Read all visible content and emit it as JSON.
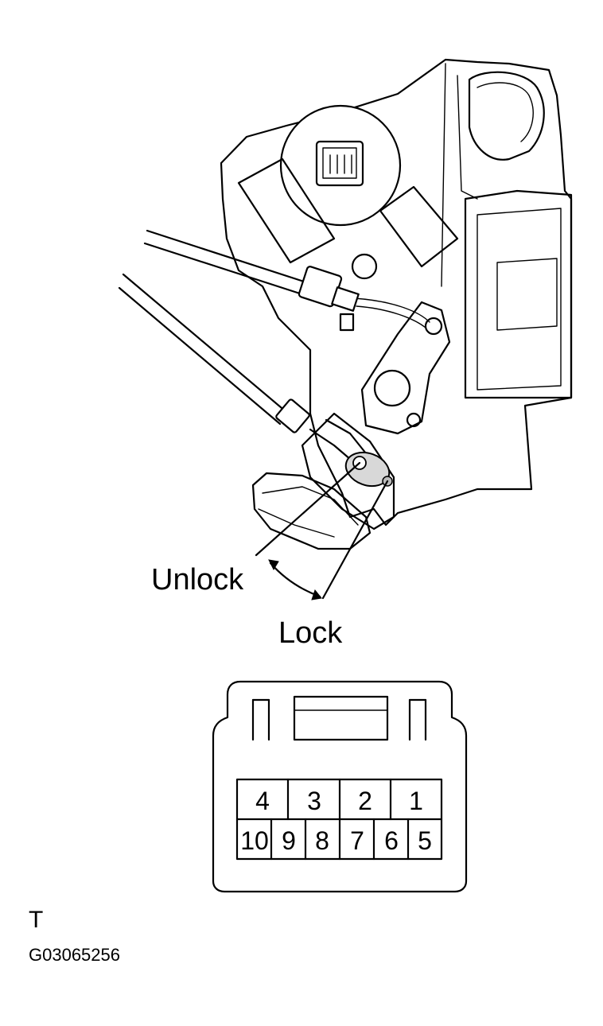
{
  "labels": {
    "unlock": "Unlock",
    "lock": "Lock",
    "view_code": "T",
    "figure_code": "G03065256"
  },
  "connector": {
    "top_row": [
      "4",
      "3",
      "2",
      "1"
    ],
    "bottom_row": [
      "10",
      "9",
      "8",
      "7",
      "6",
      "5"
    ]
  }
}
